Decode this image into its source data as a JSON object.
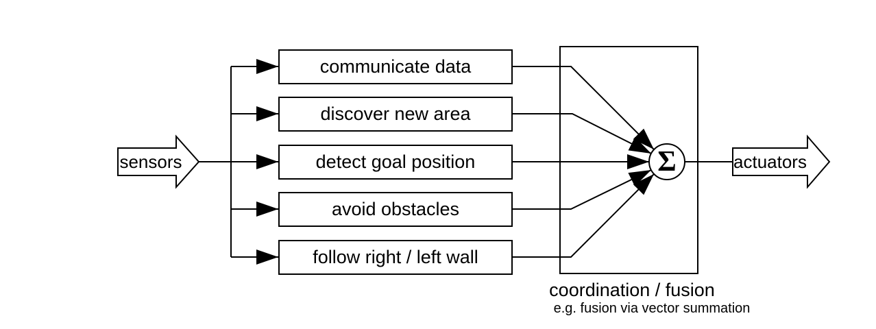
{
  "diagram": {
    "input_label": "sensors",
    "output_label": "actuators",
    "behaviors": [
      {
        "label": "communicate data"
      },
      {
        "label": "discover new area"
      },
      {
        "label": "detect goal position"
      },
      {
        "label": "avoid obstacles"
      },
      {
        "label": "follow right / left wall"
      }
    ],
    "fusion": {
      "symbol": "Σ",
      "title": "coordination / fusion",
      "subtitle": "e.g. fusion via vector summation"
    },
    "colors": {
      "line": "#000000",
      "background": "#ffffff"
    }
  }
}
